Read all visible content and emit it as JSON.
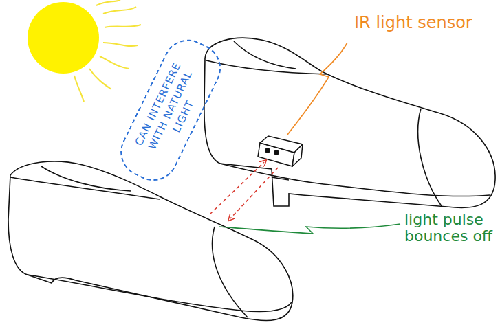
{
  "diagram": {
    "nodes": [
      {
        "text": [
          "CAN INTERFERE WITH NATURAL LIGHT"
        ]
      }
    ],
    "labels": [
      "IR light sensor",
      "light pulse bounces off"
    ]
  }
}
